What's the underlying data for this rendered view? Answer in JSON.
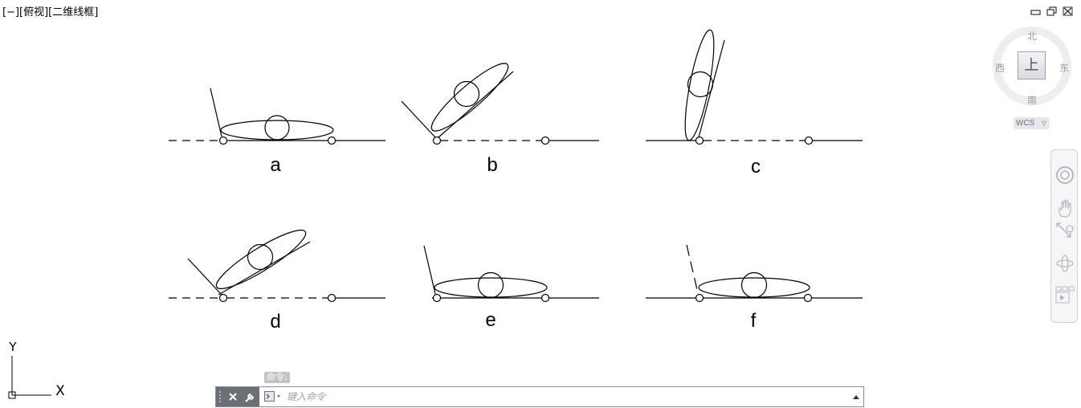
{
  "viewport": {
    "label": "[−][俯视][二维线框]"
  },
  "figures": [
    {
      "label": "a"
    },
    {
      "label": "b"
    },
    {
      "label": "c"
    },
    {
      "label": "d"
    },
    {
      "label": "e"
    },
    {
      "label": "f"
    }
  ],
  "viewcube": {
    "north": "北",
    "south": "南",
    "east": "东",
    "west": "西",
    "face": "上",
    "coordinate_system": "WCS"
  },
  "command_line": {
    "history": "命令:",
    "placeholder": "键入命令"
  },
  "ucs": {
    "x_label": "X",
    "y_label": "Y"
  },
  "colors": {
    "background": "#ffffff",
    "lines": "#000000",
    "toolbar": "#6b7076"
  },
  "icons": [
    "minimize-icon",
    "restore-icon",
    "close-icon",
    "close-cmd-icon",
    "wrench-icon",
    "prompt-icon",
    "steering-wheel-icon",
    "pan-hand-icon",
    "zoom-icon",
    "orbit-icon",
    "showmotion-icon",
    "scroll-up-icon"
  ]
}
